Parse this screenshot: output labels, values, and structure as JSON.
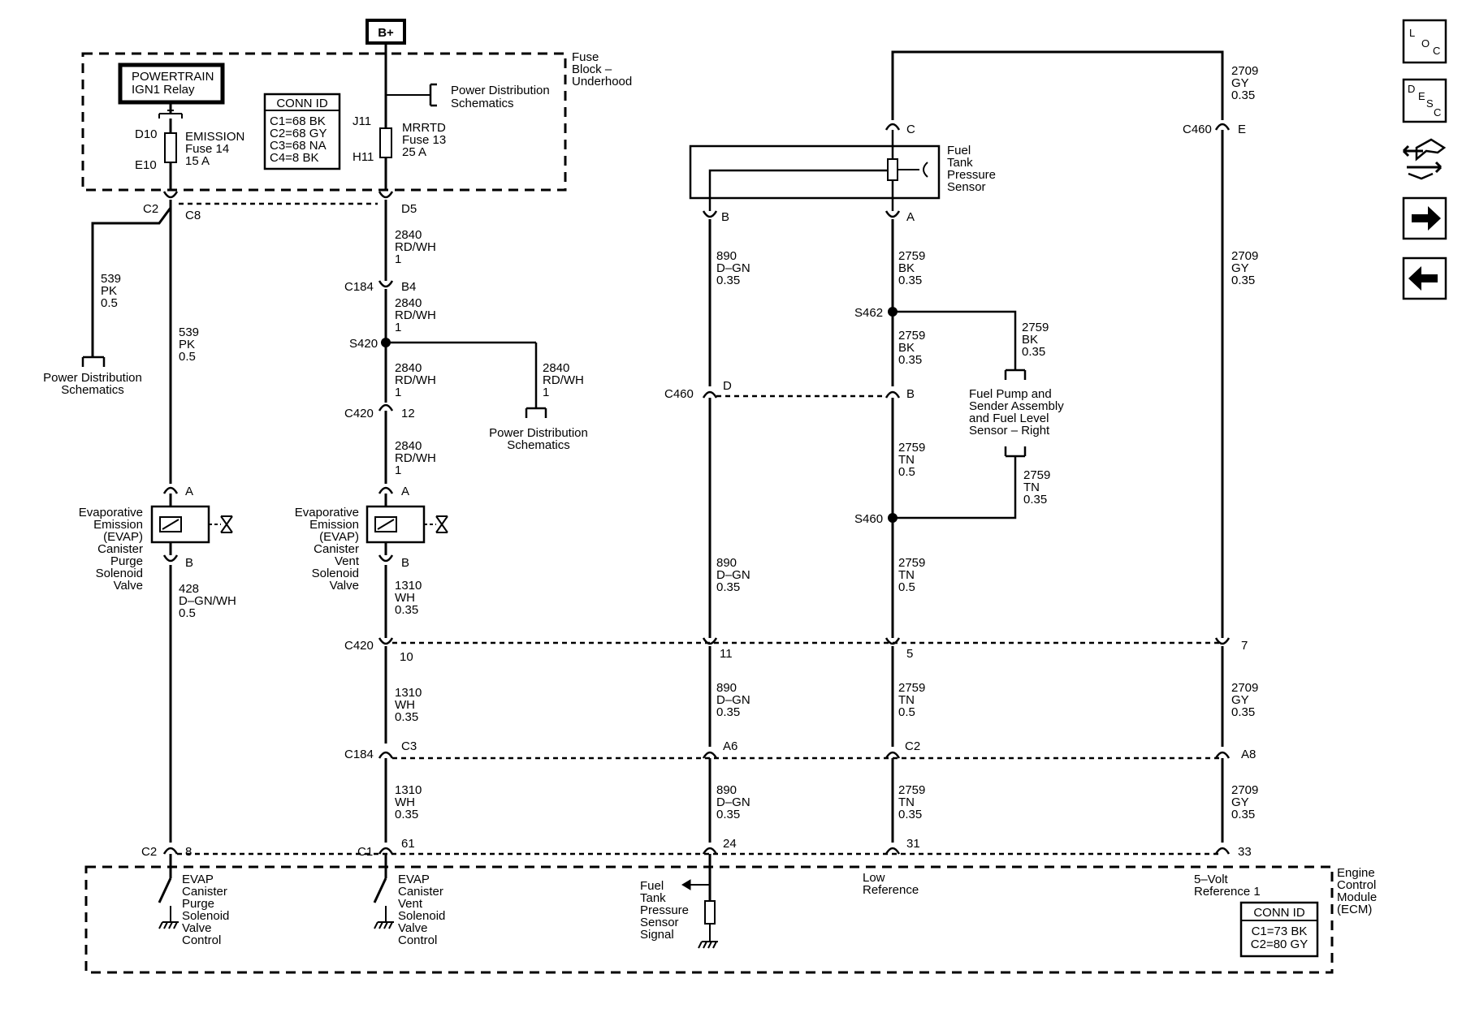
{
  "diagram": {
    "title_bplus": "B+",
    "fuse_block": [
      "Fuse",
      "Block –",
      "Underhood"
    ],
    "relay": [
      "POWERTRAIN",
      "IGN1 Relay"
    ],
    "conn_fuse": {
      "title": "CONN ID",
      "lines": [
        "C1=68 BK",
        "C2=68 GY",
        "C3=68 NA",
        "C4=8 BK"
      ]
    },
    "pds_top": [
      "Power Distribution",
      "Schematics"
    ],
    "emission_fuse": {
      "pin_top": "D10",
      "pin_bot": "E10",
      "lines": [
        "EMISSION",
        "Fuse 14",
        "15 A"
      ]
    },
    "mrrtd_fuse": {
      "pin_top": "J11",
      "pin_bot": "H11",
      "lines": [
        "MRRTD",
        "Fuse 13",
        "25 A"
      ]
    },
    "c2": "C2",
    "c8": "C8",
    "d5": "D5",
    "w539a": [
      "539",
      "PK",
      "0.5"
    ],
    "w539b": [
      "539",
      "PK",
      "0.5"
    ],
    "pds_left": [
      "Power Distribution",
      "Schematics"
    ],
    "w2840a": [
      "2840",
      "RD/WH",
      "1"
    ],
    "c184": "C184",
    "b4": "B4",
    "w2840b": [
      "2840",
      "RD/WH",
      "1"
    ],
    "s420": "S420",
    "w2840c": [
      "2840",
      "RD/WH",
      "1"
    ],
    "w2840d": [
      "2840",
      "RD/WH",
      "1"
    ],
    "pds_mid": [
      "Power Distribution",
      "Schematics"
    ],
    "c420": "C420",
    "p12": "12",
    "w2840e": [
      "2840",
      "RD/WH",
      "1"
    ],
    "pin_a": "A",
    "pin_b": "B",
    "purge_valve": [
      "Evaporative",
      "Emission",
      "(EVAP)",
      "Canister",
      "Purge",
      "Solenoid",
      "Valve"
    ],
    "vent_valve": [
      "Evaporative",
      "Emission",
      "(EVAP)",
      "Canister",
      "Vent",
      "Solenoid",
      "Valve"
    ],
    "w428": [
      "428",
      "D–GN/WH",
      "0.5"
    ],
    "w1310a": [
      "1310",
      "WH",
      "0.35"
    ],
    "w1310b": [
      "1310",
      "WH",
      "0.35"
    ],
    "w1310c": [
      "1310",
      "WH",
      "0.35"
    ],
    "fuel_sensor": [
      "Fuel",
      "Tank",
      "Pressure",
      "Sensor"
    ],
    "pin_c": "C",
    "c460": "C460",
    "pin_e": "E",
    "pin_d": "D",
    "w2709a": [
      "2709",
      "GY",
      "0.35"
    ],
    "w2709b": [
      "2709",
      "GY",
      "0.35"
    ],
    "w2709c": [
      "2709",
      "GY",
      "0.35"
    ],
    "w2709d": [
      "2709",
      "GY",
      "0.35"
    ],
    "w890a": [
      "890",
      "D–GN",
      "0.35"
    ],
    "w890b": [
      "890",
      "D–GN",
      "0.35"
    ],
    "w890c": [
      "890",
      "D–GN",
      "0.35"
    ],
    "w890d": [
      "890",
      "D–GN",
      "0.35"
    ],
    "w2759a": [
      "2759",
      "BK",
      "0.35"
    ],
    "s462": "S462",
    "w2759b": [
      "2759",
      "BK",
      "0.35"
    ],
    "w2759c": [
      "2759",
      "BK",
      "0.35"
    ],
    "w2759d": [
      "2759",
      "TN",
      "0.5"
    ],
    "w2759e": [
      "2759",
      "TN",
      "0.35"
    ],
    "s460": "S460",
    "w2759f": [
      "2759",
      "TN",
      "0.5"
    ],
    "w2759g": [
      "2759",
      "TN",
      "0.5"
    ],
    "w2759h": [
      "2759",
      "TN",
      "0.35"
    ],
    "fuel_pump": [
      "Fuel Pump and",
      "Sender Assembly",
      "and Fuel Level",
      "Sensor – Right"
    ],
    "p10": "10",
    "p11": "11",
    "p5": "5",
    "p7": "7",
    "c3": "C3",
    "a6": "A6",
    "c2b": "C2",
    "a8": "A8",
    "c1": "C1",
    "p8": "8",
    "p61": "61",
    "p24": "24",
    "p31": "31",
    "p33": "33",
    "ecm_purge": [
      "EVAP",
      "Canister",
      "Purge",
      "Solenoid",
      "Valve",
      "Control"
    ],
    "ecm_vent": [
      "EVAP",
      "Canister",
      "Vent",
      "Solenoid",
      "Valve",
      "Control"
    ],
    "ecm_signal": [
      "Fuel",
      "Tank",
      "Pressure",
      "Sensor",
      "Signal"
    ],
    "low_ref": [
      "Low",
      "Reference"
    ],
    "five_volt": [
      "5–Volt",
      "Reference 1"
    ],
    "ecm_label": [
      "Engine",
      "Control",
      "Module",
      "(ECM)"
    ],
    "conn_ecm": {
      "title": "CONN ID",
      "lines": [
        "C1=73 BK",
        "C2=80 GY"
      ]
    }
  },
  "nav": {
    "loc": [
      "L",
      "O",
      "C"
    ],
    "desc": [
      "D",
      "E",
      "S",
      "C"
    ],
    "buttons": [
      "loc-button",
      "desc-button",
      "swap-icon",
      "next-arrow-icon",
      "back-arrow-icon"
    ]
  }
}
